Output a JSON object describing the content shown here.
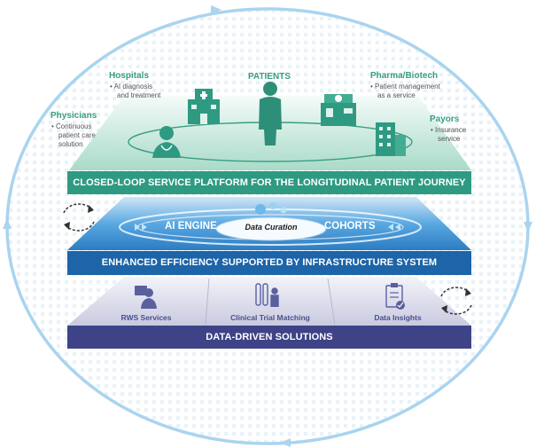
{
  "stakeholders": {
    "patients": {
      "title": "PATIENTS"
    },
    "hospitals": {
      "title": "Hospitals",
      "desc": [
        "AI diagnosis",
        "and treatment"
      ]
    },
    "pharma": {
      "title": "Pharma/Biotech",
      "desc": [
        "Patient management",
        "as a service"
      ]
    },
    "physicians": {
      "title": "Physicians",
      "desc": [
        "Continuous",
        "patient care",
        "solution"
      ]
    },
    "payors": {
      "title": "Payors",
      "desc": [
        "Insurance",
        "service"
      ]
    }
  },
  "layers": {
    "platform": "CLOSED-LOOP SERVICE PLATFORM FOR THE LONGITUDINAL PATIENT JOURNEY",
    "infrastructure": "ENHANCED EFFICIENCY SUPPORTED BY INFRASTRUCTURE SYSTEM",
    "solutions": "DATA-DRIVEN SOLUTIONS"
  },
  "engine": {
    "ai": "AI ENGINE",
    "curation": "Data Curation",
    "cohorts": "COHORTS"
  },
  "solutions": [
    "RWS Services",
    "Clinical Trial Matching",
    "Data Insights"
  ],
  "icons": [
    "patient-icon",
    "hospital-icon",
    "pharmacy-icon",
    "physician-icon",
    "building-icon",
    "rws-person-icon",
    "test-tube-icon",
    "clipboard-chart-icon",
    "cycle-arrow-icon"
  ],
  "colors": {
    "green": "#3a9d84",
    "platform_banner": "#2e9a82",
    "infra_banner": "#1d64a8",
    "solution_banner": "#3e4287",
    "outer_ring": "#aad4ef"
  }
}
